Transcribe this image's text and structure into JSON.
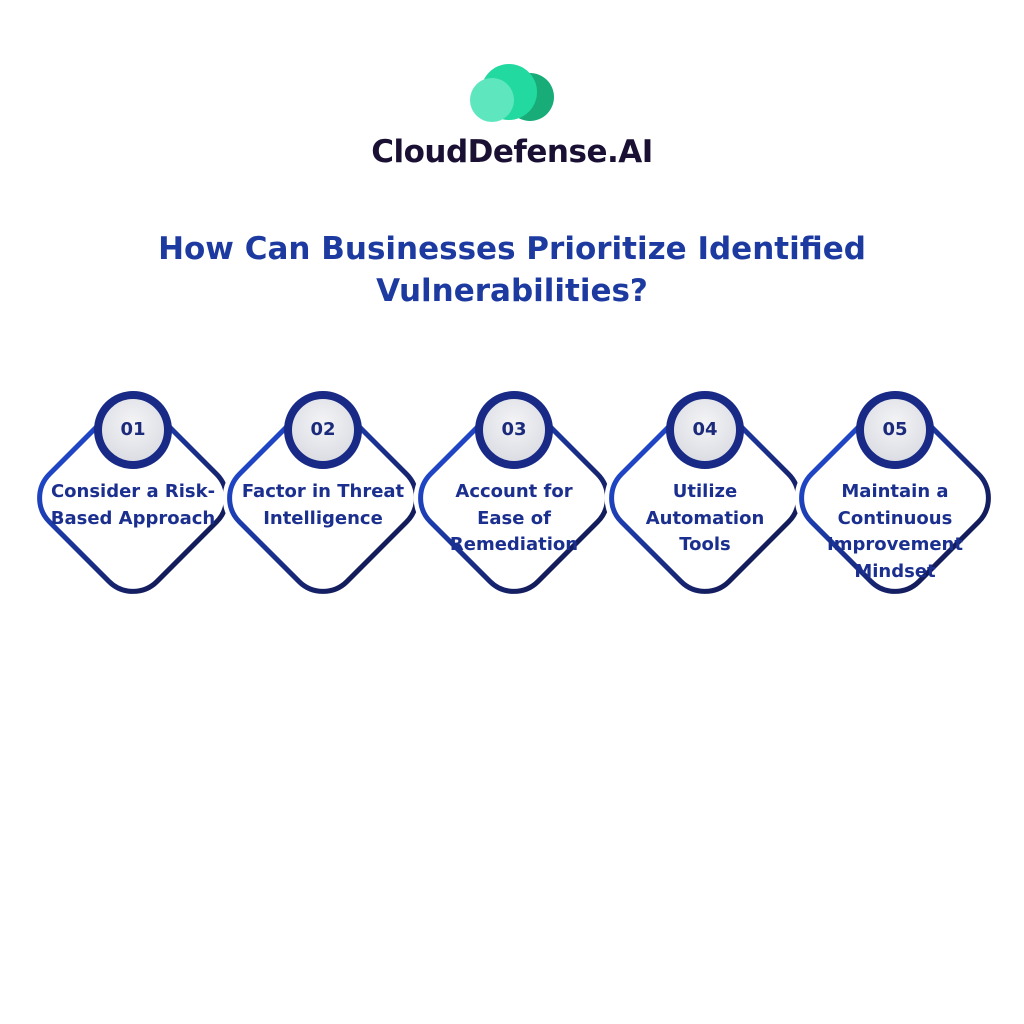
{
  "brand": {
    "name": "CloudDefense.AI",
    "colors": {
      "light": "#5ee6bf",
      "mid": "#22d99f",
      "dark": "#18ad78"
    }
  },
  "title": "How Can Businesses Prioritize Identified Vulnerabilities?",
  "steps": [
    {
      "number": "01",
      "label": "Consider a Risk-Based Approach"
    },
    {
      "number": "02",
      "label": "Factor in Threat Intelligence"
    },
    {
      "number": "03",
      "label": "Account for Ease of Remediation"
    },
    {
      "number": "04",
      "label": "Utilize Automation Tools"
    },
    {
      "number": "05",
      "label": "Maintain a Continuous Improvement Mindset"
    }
  ],
  "colors": {
    "outline_start": "#1f45c4",
    "outline_end": "#141d5c",
    "badge_fill": "#e6e7ec"
  }
}
